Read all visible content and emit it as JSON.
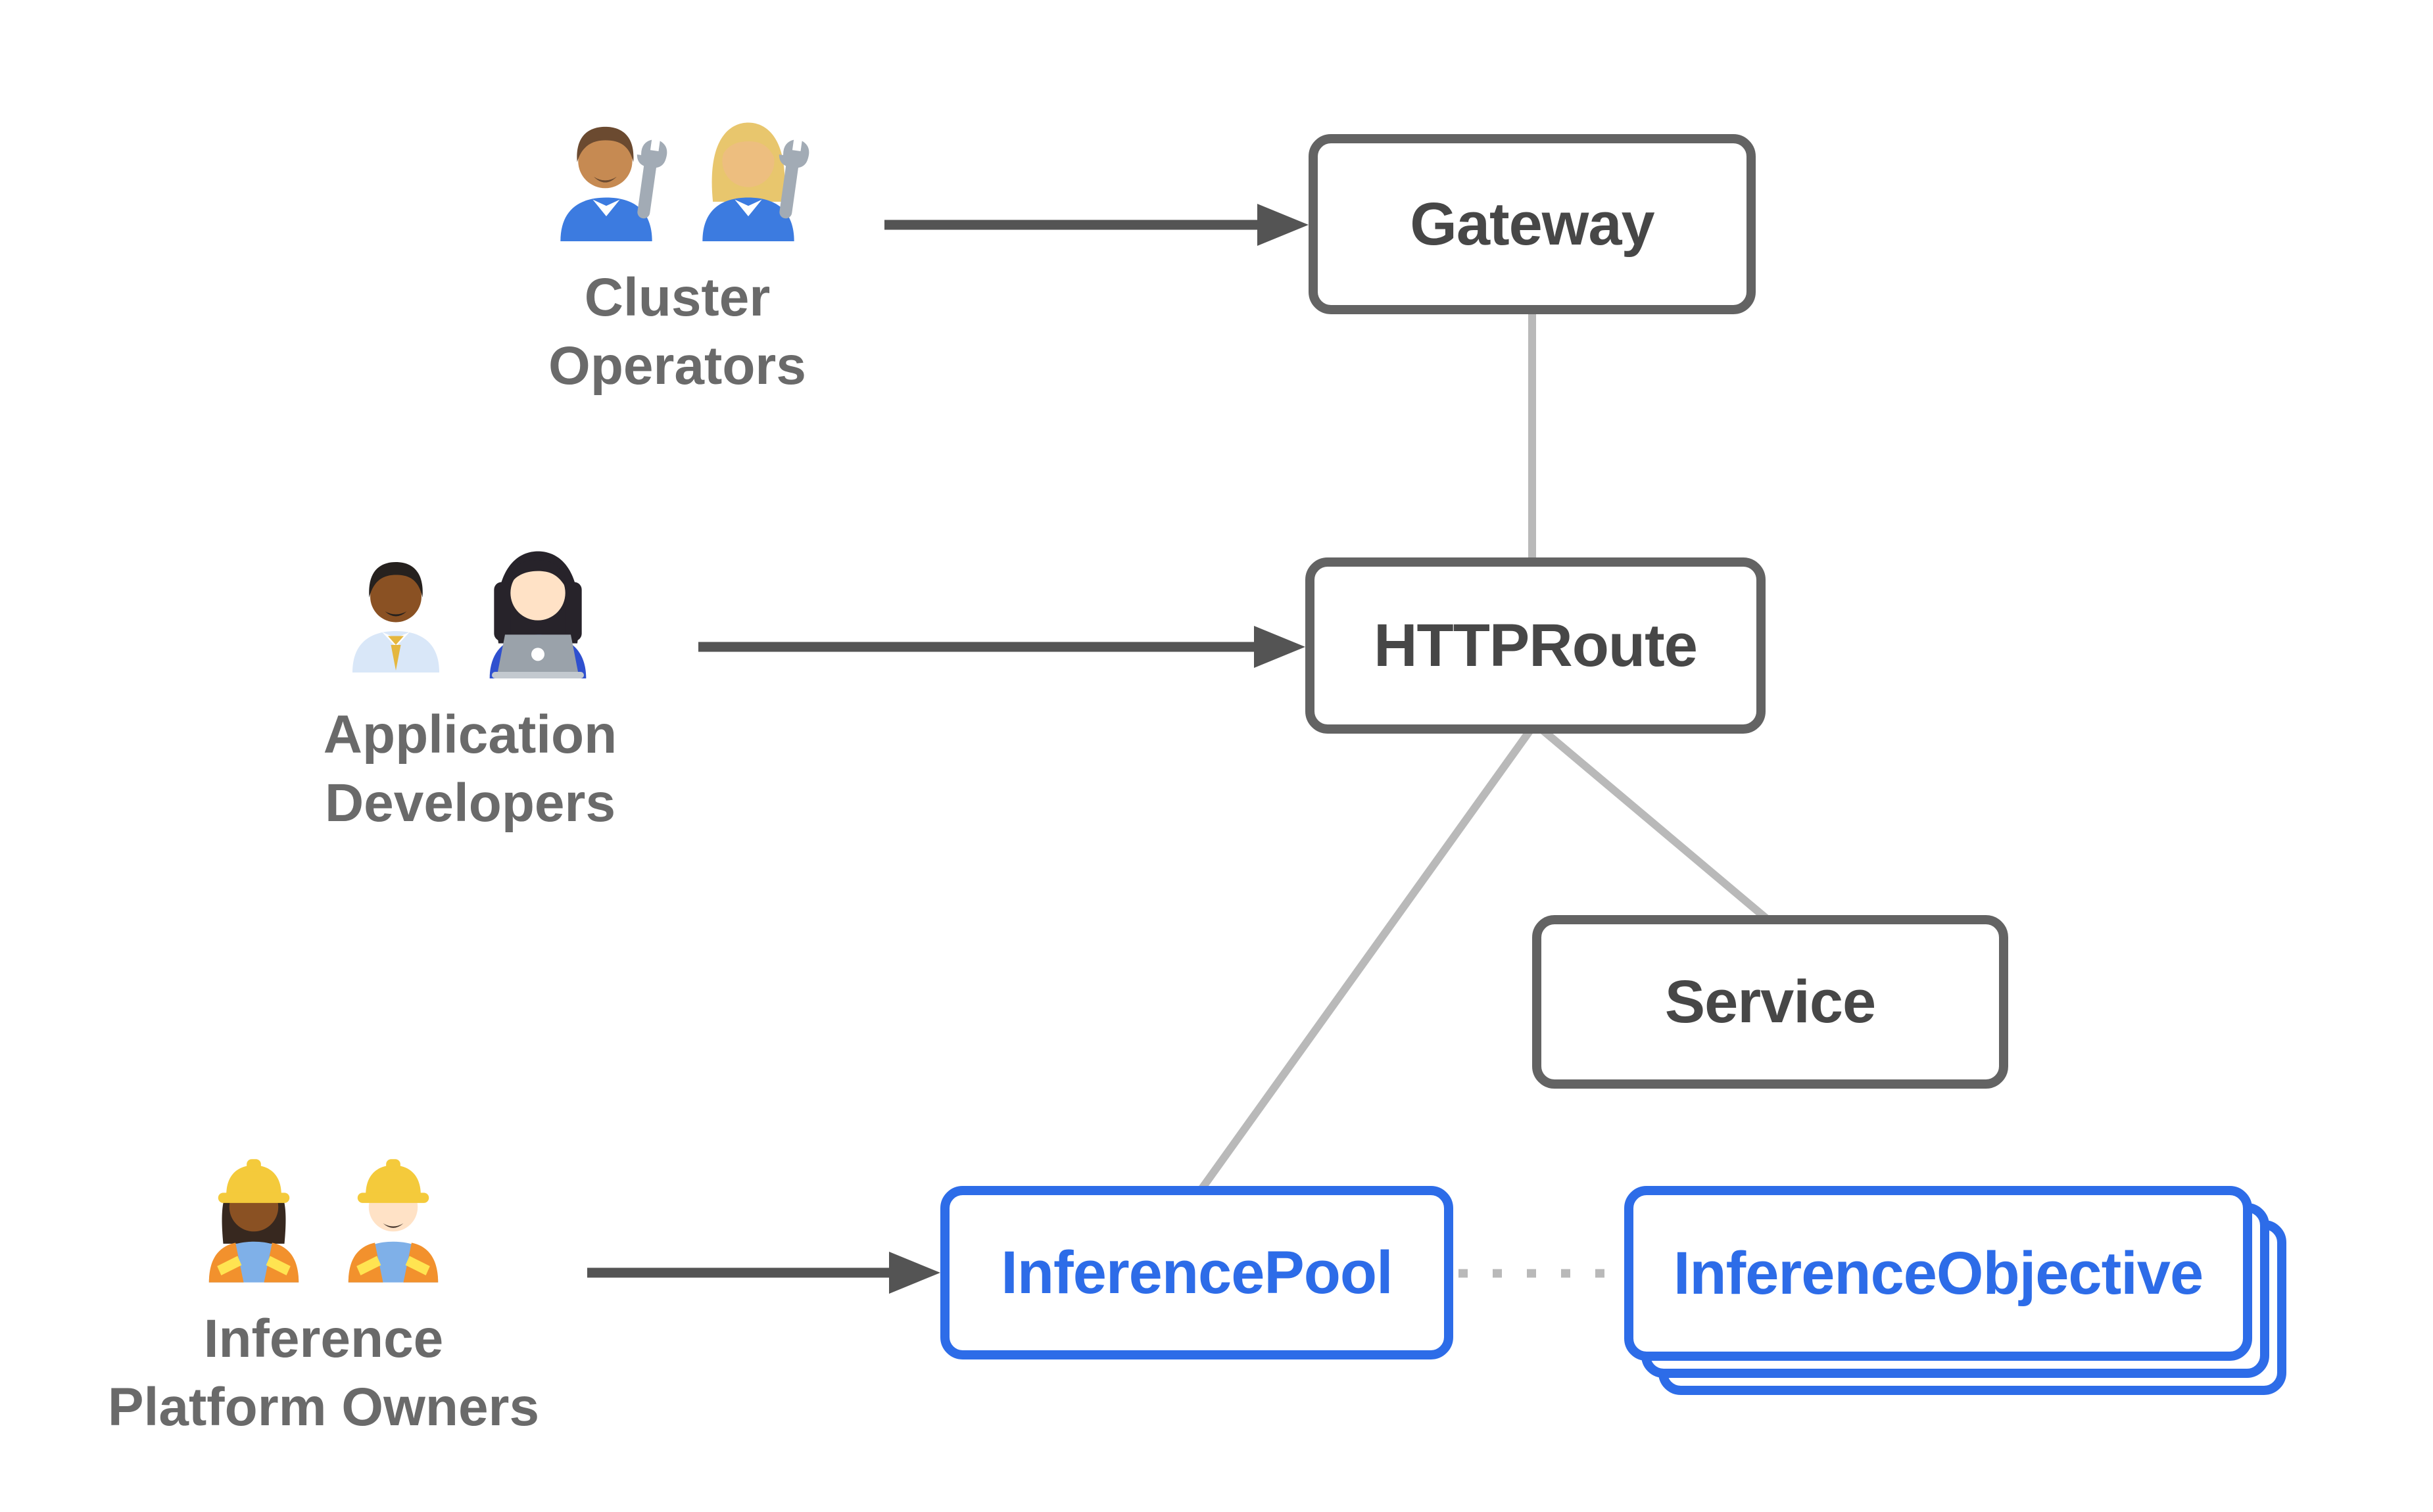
{
  "personas": {
    "cluster_operators": {
      "label_line1": "Cluster",
      "label_line2": "Operators",
      "emojis": "👨🏽‍🔧 👩🏼‍🔧",
      "icon_names": [
        "man-mechanic-emoji",
        "woman-mechanic-emoji"
      ]
    },
    "application_developers": {
      "label_line1": "Application",
      "label_line2": "Developers",
      "emojis": "👨🏾‍💼 👩🏻‍💻",
      "icon_names": [
        "man-office-worker-emoji",
        "woman-technologist-emoji"
      ]
    },
    "inference_platform_owners": {
      "label_line1": "Inference",
      "label_line2": "Platform Owners",
      "emojis": "👷🏾‍♀️ 👷🏻",
      "icon_names": [
        "woman-construction-worker-emoji",
        "man-construction-worker-emoji"
      ]
    }
  },
  "nodes": {
    "gateway": {
      "label": "Gateway",
      "accent": "gray"
    },
    "httproute": {
      "label": "HTTPRoute",
      "accent": "gray"
    },
    "service": {
      "label": "Service",
      "accent": "gray"
    },
    "inference_pool": {
      "label": "InferencePool",
      "accent": "blue"
    },
    "inference_objective": {
      "label": "InferenceObjective",
      "accent": "blue",
      "stacked": true
    }
  },
  "edges": [
    {
      "from": "cluster_operators",
      "to": "gateway",
      "style": "dark-arrow"
    },
    {
      "from": "application_developers",
      "to": "httproute",
      "style": "dark-arrow"
    },
    {
      "from": "inference_platform_owners",
      "to": "inference_pool",
      "style": "dark-arrow"
    },
    {
      "from": "gateway",
      "to": "httproute",
      "style": "light-line"
    },
    {
      "from": "httproute",
      "to": "service",
      "style": "light-line"
    },
    {
      "from": "httproute",
      "to": "inference_pool",
      "style": "light-line"
    },
    {
      "from": "inference_pool",
      "to": "inference_objective",
      "style": "dotted-line"
    }
  ],
  "colors": {
    "background": "#ffffff",
    "node_border_gray": "#636363",
    "node_text_gray": "#474747",
    "persona_label_gray": "#6a6a6a",
    "arrow_dark_gray": "#545454",
    "connector_light_gray": "#b9b9b9",
    "accent_blue": "#2d6ce8"
  }
}
